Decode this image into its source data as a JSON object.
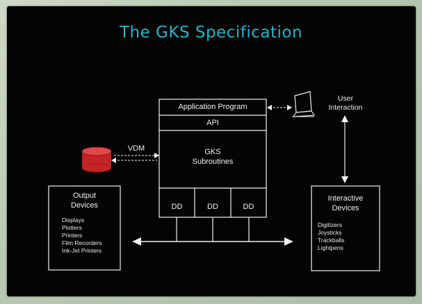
{
  "title": "The GKS Specification",
  "stack": {
    "application_program": "Application Program",
    "api": "API",
    "gks_line1": "GKS",
    "gks_line2": "Subroutines",
    "dd_labels": [
      "DD",
      "DD",
      "DD"
    ]
  },
  "vdm_label": "VDM",
  "user_interaction": {
    "line1": "User",
    "line2": "Interaction"
  },
  "output_devices": {
    "heading_line1": "Output",
    "heading_line2": "Devices",
    "items": [
      "Displays",
      "Plotters",
      "Printers",
      "Film Recorders",
      "Ink-Jet Printers"
    ]
  },
  "interactive_devices": {
    "heading_line1": "Interactive",
    "heading_line2": "Devices",
    "items": [
      "Digitizers",
      "Joysticks",
      "Trackballs",
      "Lightpens"
    ]
  },
  "colors": {
    "title": "#27b3c8",
    "background": "#040404",
    "lines": "#f2f2f2",
    "database": "#d22a2a"
  },
  "icons": [
    "database-icon",
    "computer-terminal-icon"
  ]
}
